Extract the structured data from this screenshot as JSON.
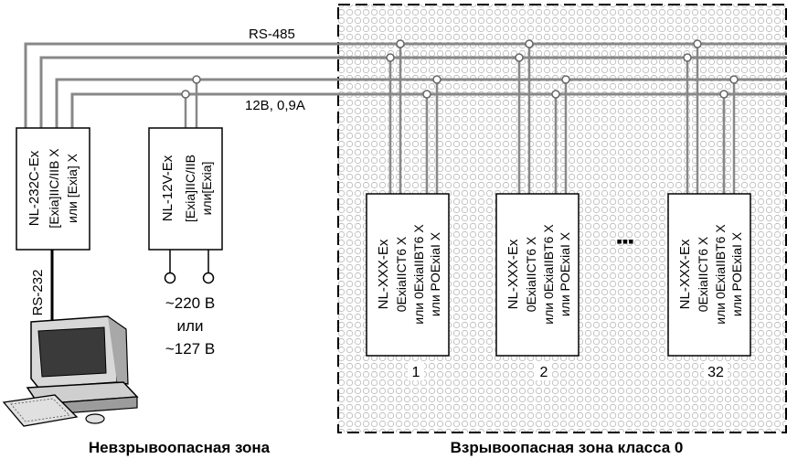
{
  "bus": {
    "rs485": "RS-485",
    "power": "12В, 0,9А"
  },
  "converter": {
    "name": "NL-232C-Ex",
    "line1": "[Exia]IIC/IIB X",
    "line2": "или [Exia] X"
  },
  "power_supply": {
    "name": "NL-12V-Ex",
    "line1": "[Exia]IIC/IIB",
    "line2": "или[Exia]"
  },
  "mains": {
    "line1": "~220 В",
    "line2": "или",
    "line3": "~127 В"
  },
  "rs232": "RS-232",
  "modules": [
    {
      "name": "NL-XXX-Ex",
      "line1": "0ExiaIICT6 X",
      "line2": "или 0ExiaIIBT6 X",
      "line3": "или POExiaI X",
      "number": "1"
    },
    {
      "name": "NL-XXX-Ex",
      "line1": "0ExiaIICT6 X",
      "line2": "или 0ExiaIIBT6 X",
      "line3": "или POExiaI X",
      "number": "2"
    },
    {
      "name": "NL-XXX-Ex",
      "line1": "0ExiaIICT6 X",
      "line2": "или 0ExiaIIBT6 X",
      "line3": "или POExiaI X",
      "number": "32"
    }
  ],
  "ellipsis": "▪▪▪",
  "zones": {
    "safe": "Невзрывоопасная зона",
    "hazardous": "Взрывоопасная зона класса 0"
  }
}
